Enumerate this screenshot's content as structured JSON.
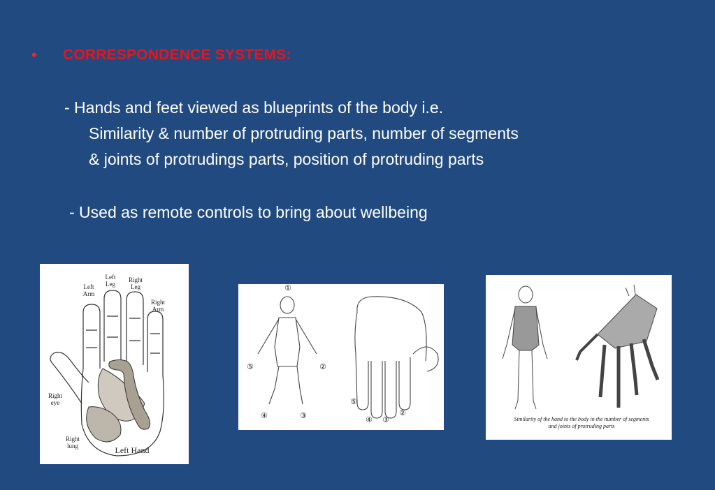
{
  "slide": {
    "bullet_symbol": "•",
    "heading": "CORRESPONDENCE SYSTEMS:",
    "lines": [
      "-   Hands and feet viewed as blueprints of the body i.e.",
      "Similarity & number of protruding parts, number of segments",
      "& joints of protrudings parts, position of protruding parts",
      "-  Used as remote controls to bring about wellbeing"
    ],
    "colors": {
      "background": "#204a80",
      "heading": "#e8141c",
      "text": "#ffffff"
    }
  },
  "figure1": {
    "labels": {
      "left_arm": "Left Arm",
      "left_leg": "Left Leg",
      "right_leg": "Right Leg",
      "right_arm": "Right Arm",
      "right_eye": "Right eye",
      "right_lung": "Right lung",
      "title": "Left Hand"
    }
  },
  "figure2": {
    "markers": [
      "①",
      "⑤",
      "②",
      "④",
      "③",
      "⑤",
      "④",
      "③",
      "②"
    ]
  },
  "figure3": {
    "caption_line1": "Similarity of the hand to the body in the number of segments",
    "caption_line2": "and joints of protruding parts"
  }
}
